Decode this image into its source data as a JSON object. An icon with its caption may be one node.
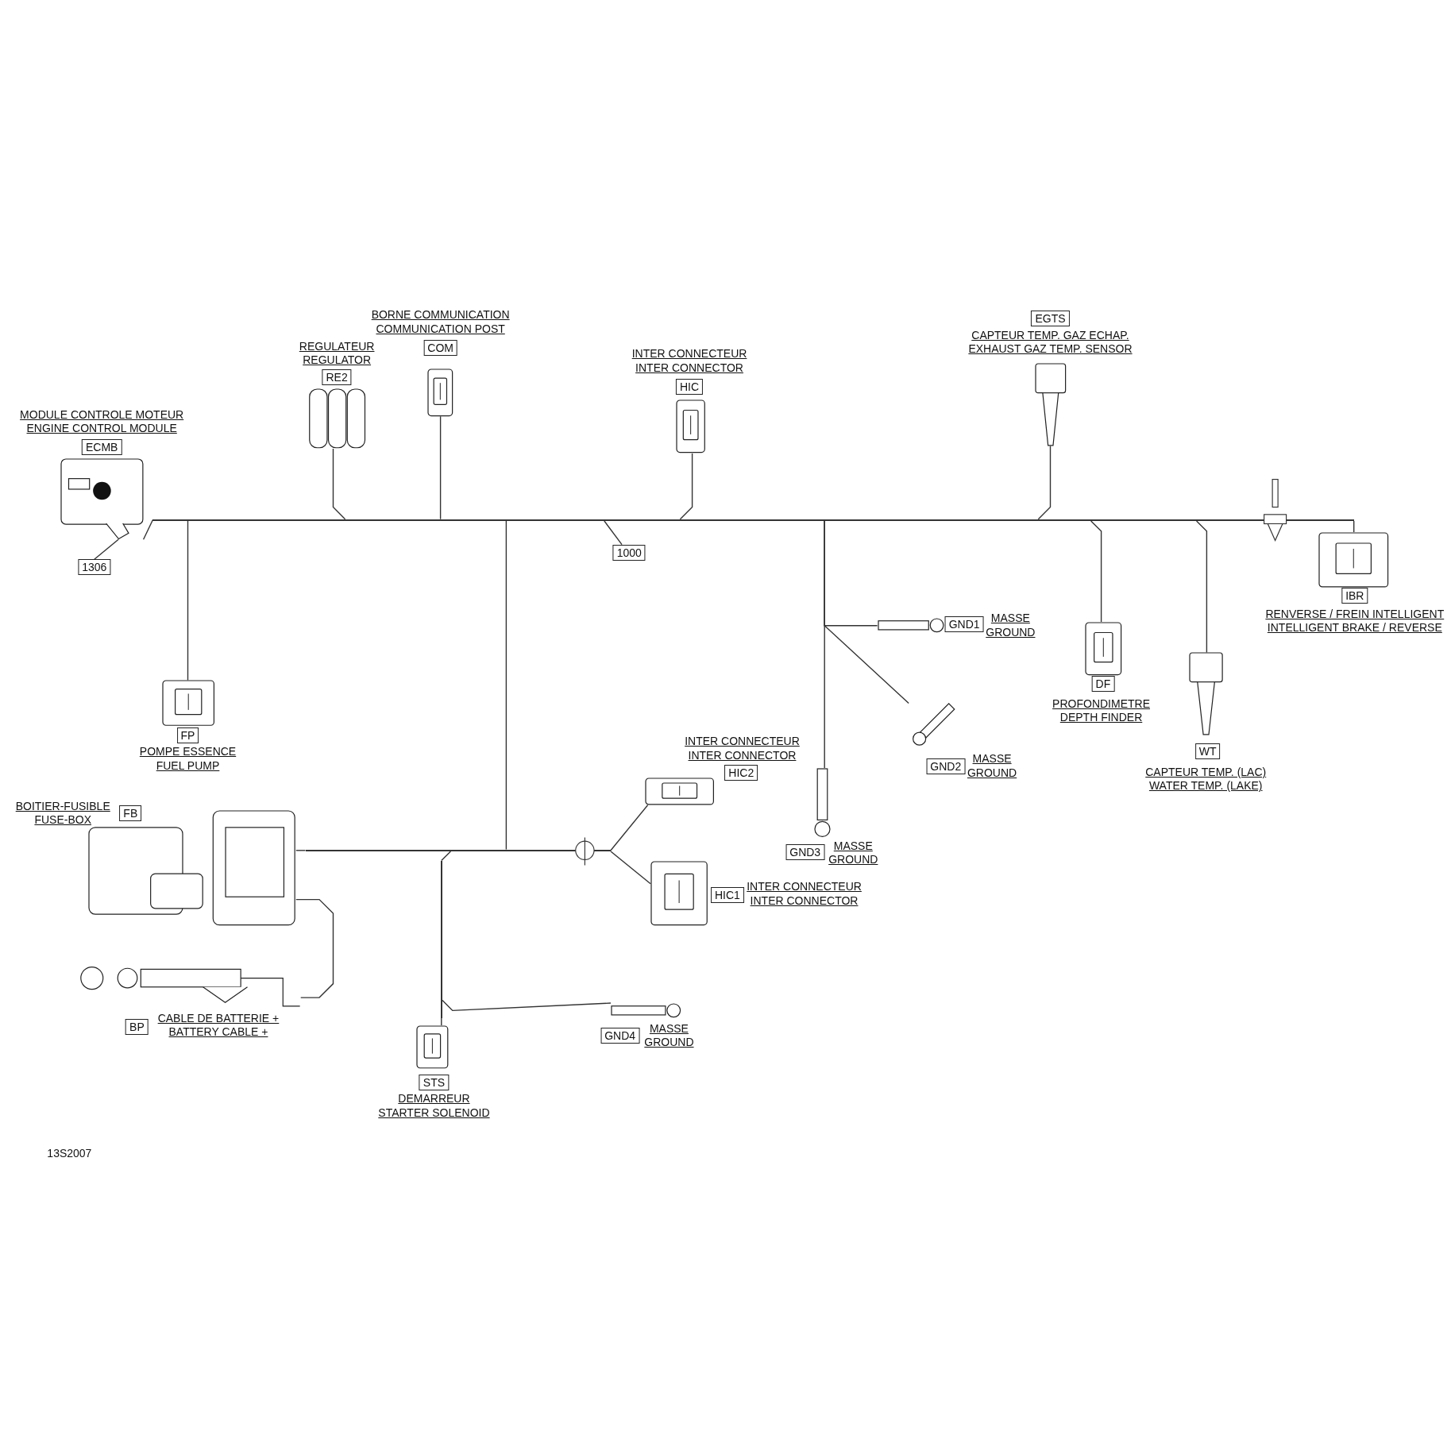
{
  "diagram": {
    "nodes": [
      {
        "text": [
          "EGTS",
          "CAPTEUR TEMP. GAZ ECHAP.",
          "EXHAUST GAZ TEMP. SENSOR"
        ]
      },
      {
        "text": [
          "BORNE COMMUNICATION",
          "COMMUNICATION POST",
          "COM"
        ]
      },
      {
        "text": [
          "REGULATEUR",
          "REGULATOR",
          "RE2"
        ]
      },
      {
        "text": [
          "INTER CONNECTEUR",
          "INTER CONNECTOR",
          "HIC"
        ]
      },
      {
        "text": [
          "MODULE CONTROLE MOTEUR",
          "ENGINE CONTROL MODULE",
          "ECMB"
        ]
      },
      {
        "text": [
          "1306"
        ]
      },
      {
        "text": [
          "1000"
        ]
      },
      {
        "text": [
          "IBR",
          "RENVERSE / FREIN INTELLIGENT",
          "INTELLIGENT BRAKE / REVERSE"
        ]
      },
      {
        "text": [
          "GND1",
          "MASSE",
          "GROUND"
        ]
      },
      {
        "text": [
          "DF",
          "PROFONDIMETRE",
          "DEPTH FINDER"
        ]
      },
      {
        "text": [
          "FP",
          "POMPE ESSENCE",
          "FUEL PUMP"
        ]
      },
      {
        "text": [
          "WT",
          "CAPTEUR TEMP. (LAC)",
          "WATER TEMP. (LAKE)"
        ]
      },
      {
        "text": [
          "INTER CONNECTEUR",
          "INTER CONNECTOR",
          "HIC2"
        ]
      },
      {
        "text": [
          "GND2",
          "MASSE",
          "GROUND"
        ]
      },
      {
        "text": [
          "BOITIER-FUSIBLE",
          "FUSE-BOX",
          "FB"
        ]
      },
      {
        "text": [
          "GND3",
          "MASSE",
          "GROUND"
        ]
      },
      {
        "text": [
          "HIC1",
          "INTER CONNECTEUR",
          "INTER CONNECTOR"
        ]
      },
      {
        "text": [
          "BP",
          "CABLE DE BATTERIE +",
          "BATTERY CABLE +"
        ]
      },
      {
        "text": [
          "GND4",
          "MASSE",
          "GROUND"
        ]
      },
      {
        "text": [
          "STS",
          "DEMARREUR",
          "STARTER SOLENOID"
        ]
      },
      {
        "text": [],
        "shape": "bar"
      },
      {
        "text": [],
        "shape": "bar"
      },
      {
        "text": [],
        "shape": "bar"
      }
    ],
    "edges": [
      {
        "from": 5,
        "to": 4,
        "arrow": "none"
      },
      {
        "from": 6,
        "to": 20,
        "arrow": "none"
      },
      {
        "from": 4,
        "to": 20,
        "arrow": "none"
      },
      {
        "from": 2,
        "to": 20,
        "arrow": "none"
      },
      {
        "from": 1,
        "to": 20,
        "arrow": "none"
      },
      {
        "from": 3,
        "to": 20,
        "arrow": "none"
      },
      {
        "from": 0,
        "to": 20,
        "arrow": "none"
      },
      {
        "from": 9,
        "to": 20,
        "arrow": "none"
      },
      {
        "from": 11,
        "to": 20,
        "arrow": "none"
      },
      {
        "from": 7,
        "to": 20,
        "arrow": "none"
      },
      {
        "from": 10,
        "to": 20,
        "arrow": "none"
      },
      {
        "from": 15,
        "to": 20,
        "arrow": "none"
      },
      {
        "from": 8,
        "to": 20,
        "arrow": "none"
      },
      {
        "from": 13,
        "to": 20,
        "arrow": "none"
      },
      {
        "from": 21,
        "to": 20,
        "arrow": "none"
      },
      {
        "from": 14,
        "to": 21,
        "arrow": "none"
      },
      {
        "from": 12,
        "to": 21,
        "arrow": "none"
      },
      {
        "from": 16,
        "to": 21,
        "arrow": "none"
      },
      {
        "from": 22,
        "to": 21,
        "arrow": "none"
      },
      {
        "from": 19,
        "to": 22,
        "arrow": "none"
      },
      {
        "from": 18,
        "to": 22,
        "arrow": "none"
      },
      {
        "from": 17,
        "to": 14,
        "arrow": "none"
      }
    ],
    "labels": [
      "13S2007"
    ]
  }
}
